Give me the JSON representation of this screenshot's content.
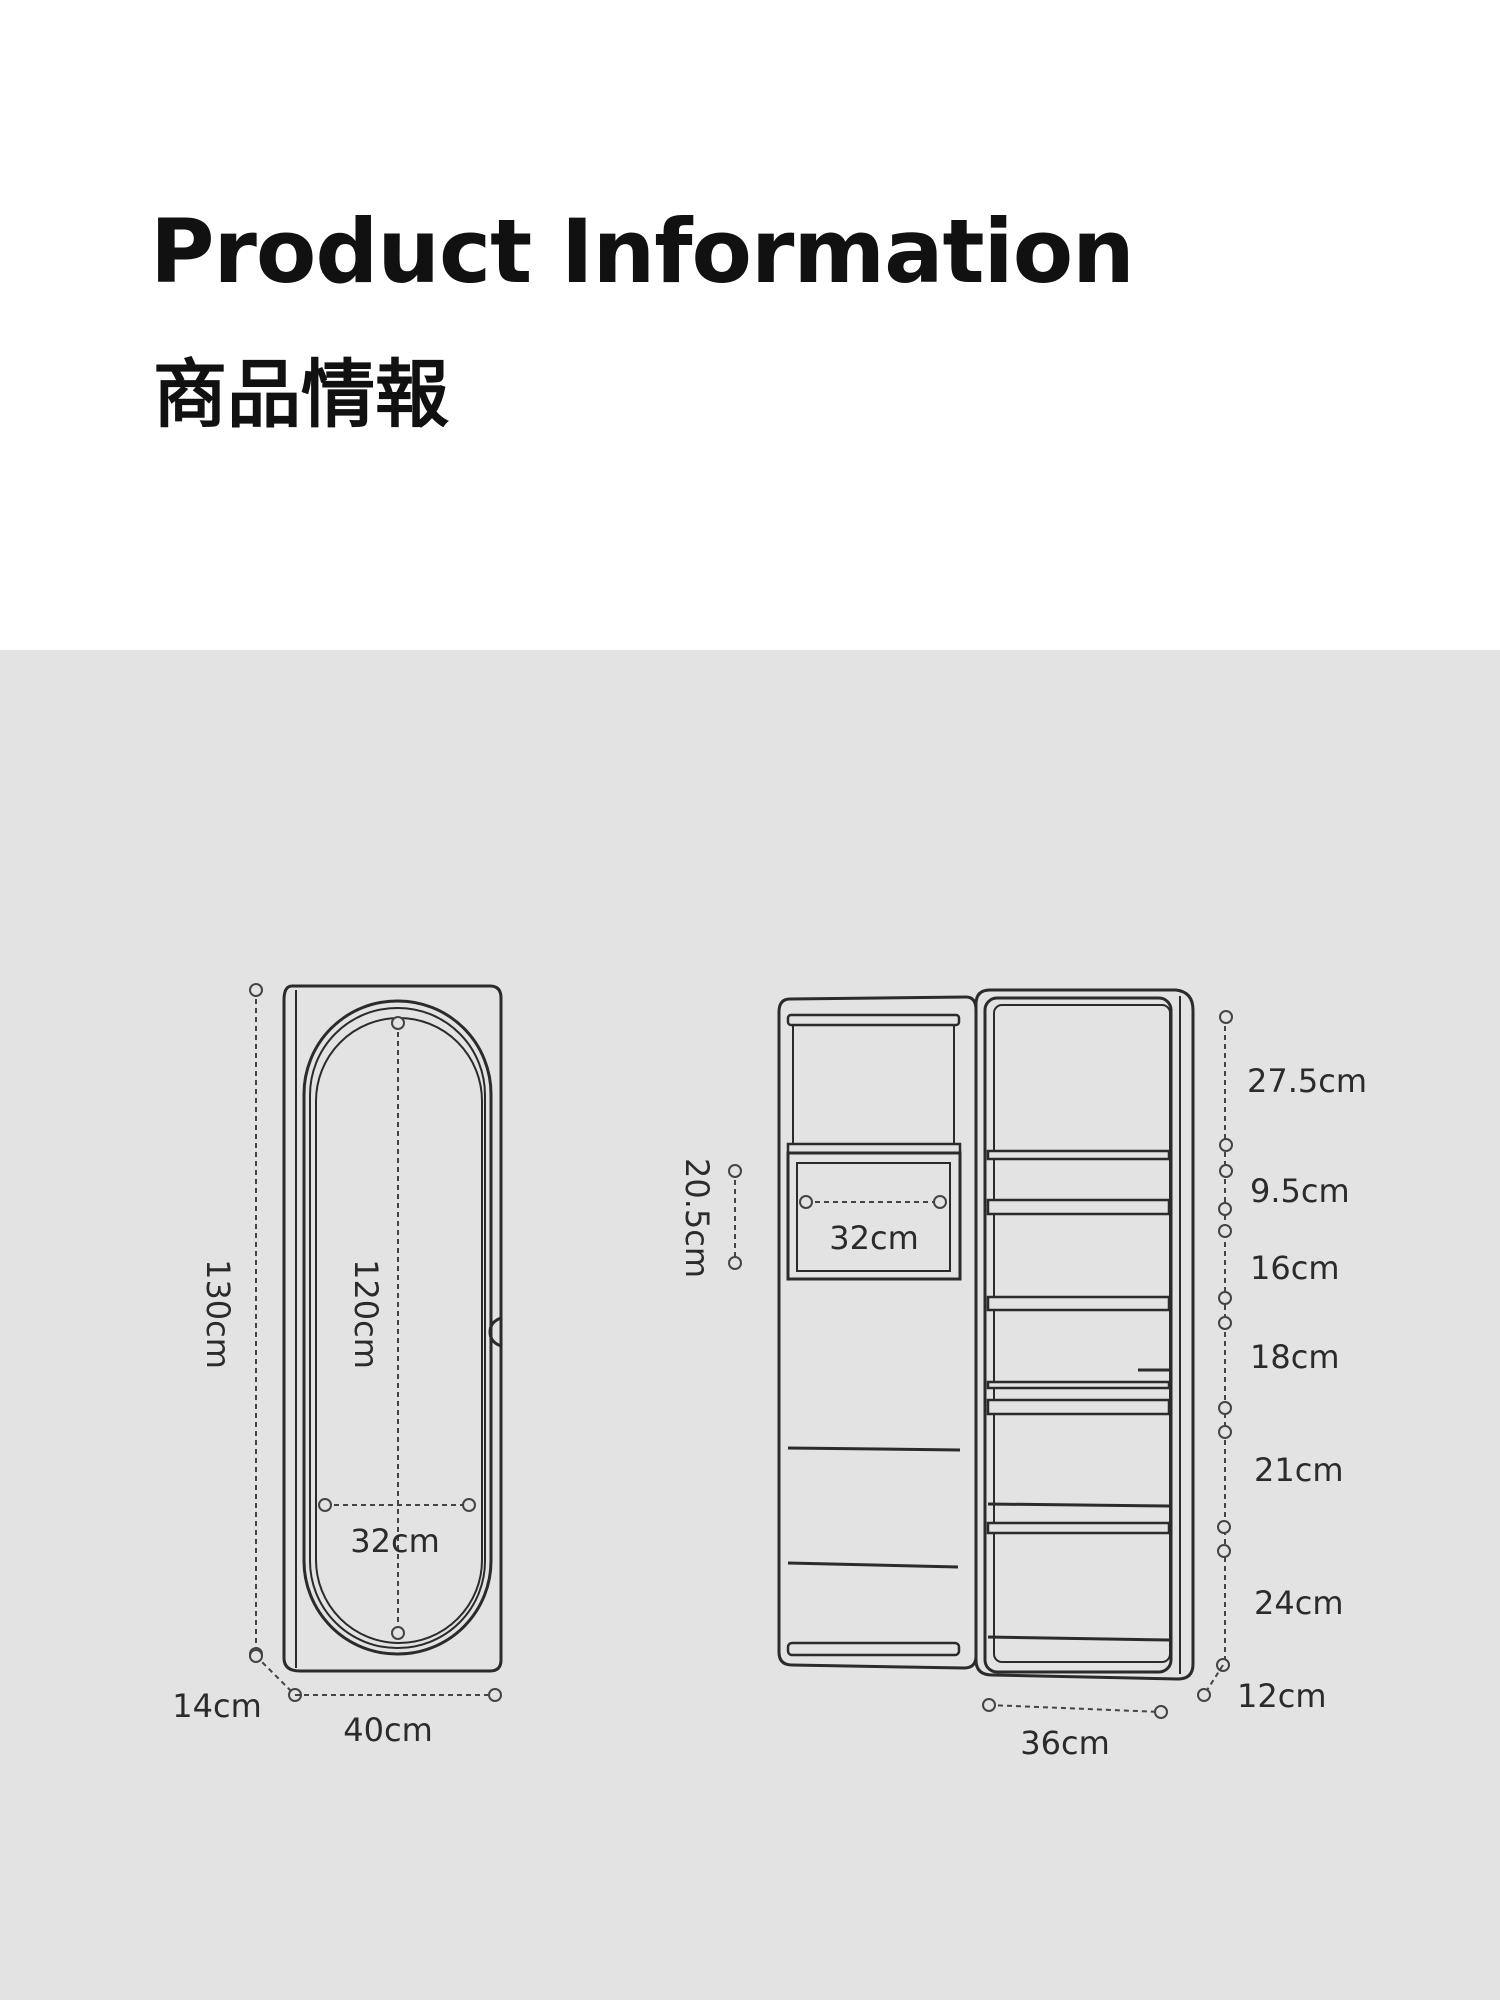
{
  "header": {
    "title": "Product Information",
    "subtitle": "商品情報"
  },
  "mirror_front": {
    "height_total": "130cm",
    "mirror_height": "120cm",
    "mirror_width": "32cm",
    "depth": "14cm",
    "width_total": "40cm"
  },
  "cabinet_open": {
    "drawer_height": "20.5cm",
    "drawer_width": "32cm",
    "shelf_spacings": [
      "27.5cm",
      "9.5cm",
      "16cm",
      "18cm",
      "21cm",
      "24cm"
    ],
    "depth": "12cm",
    "inner_width": "36cm"
  }
}
